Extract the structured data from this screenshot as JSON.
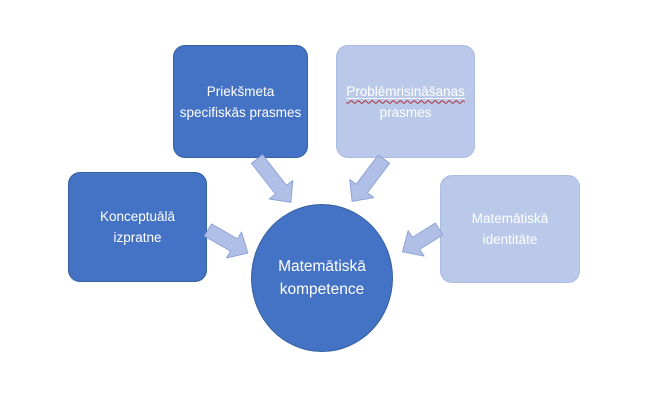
{
  "colors": {
    "background": "#ffffff",
    "dark_fill": "#4472c4",
    "dark_border": "#35619f",
    "light_fill": "#bac9ea",
    "light_border": "#a9bce3",
    "arrow_fill": "#b0bfe6",
    "arrow_border": "#8da4d6",
    "text": "#ffffff",
    "spellcheck_red": "#b02a37"
  },
  "center": {
    "line1": "Matemātiskā",
    "line2": "kompetence"
  },
  "boxes": {
    "subject_skills": {
      "line1": "Priekšmeta",
      "line2": "specifiskās prasmes"
    },
    "problem_solving": {
      "line1": "Problēmrisināšanas",
      "line2": "prasmes"
    },
    "conceptual": {
      "line1": "Konceptuālā",
      "line2": "izpratne"
    },
    "identity": {
      "line1": "Matemātiskā",
      "line2": "identitāte"
    }
  }
}
